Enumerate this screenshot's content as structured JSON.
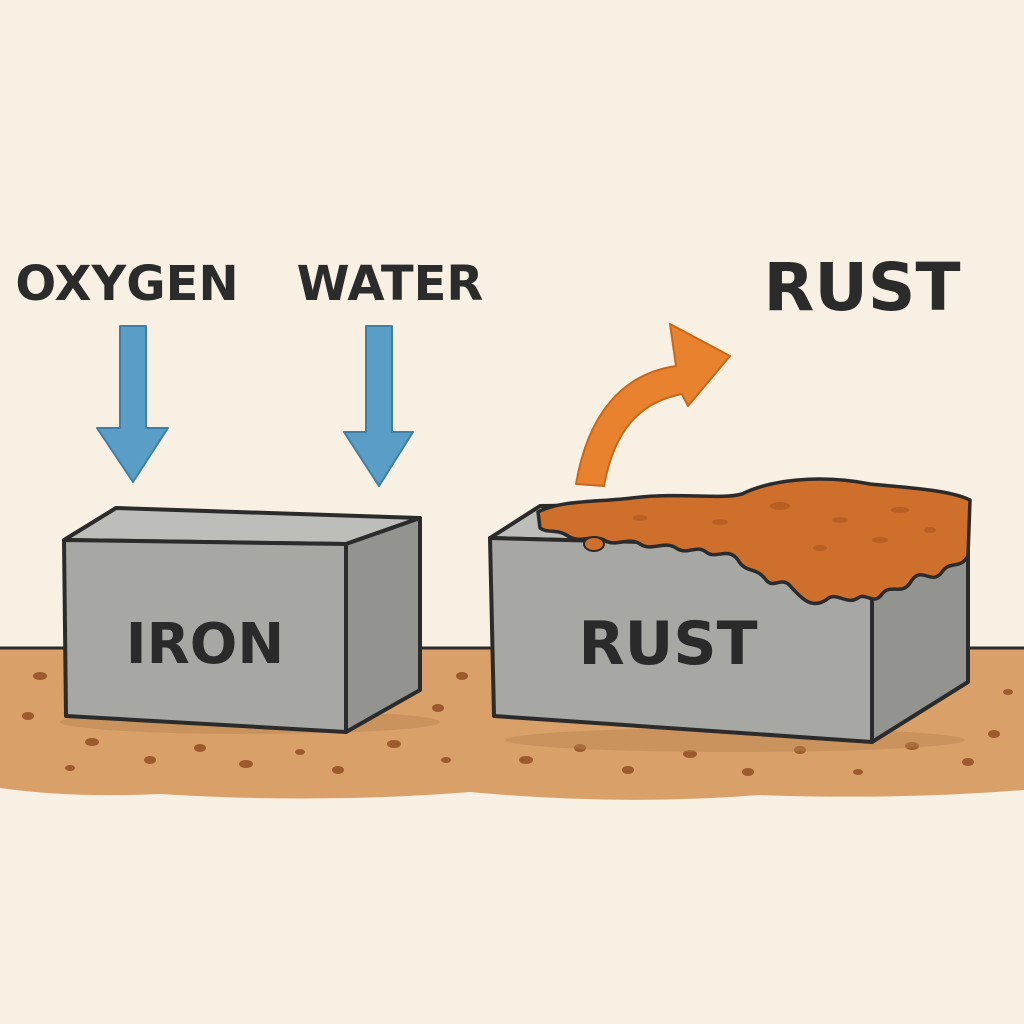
{
  "labels": {
    "oxygen": "OXYGEN",
    "water": "WATER",
    "rust_product": "RUST"
  },
  "blocks": {
    "iron": "IRON",
    "rust": "RUST"
  },
  "colors": {
    "background": "#f8f0e2",
    "ground": "#d9a06a",
    "block_face": "#a7a7a4",
    "block_top": "#bdbdba",
    "block_side": "#939390",
    "outline": "#2b2b2b",
    "reactant_arrow": "#5a9ec7",
    "product_arrow": "#e8822e",
    "rust_layer": "#cf6f2c"
  },
  "icons": {
    "oxygen_arrow": "arrow-down-icon",
    "water_arrow": "arrow-down-icon",
    "rust_arrow": "curved-arrow-up-right-icon"
  }
}
